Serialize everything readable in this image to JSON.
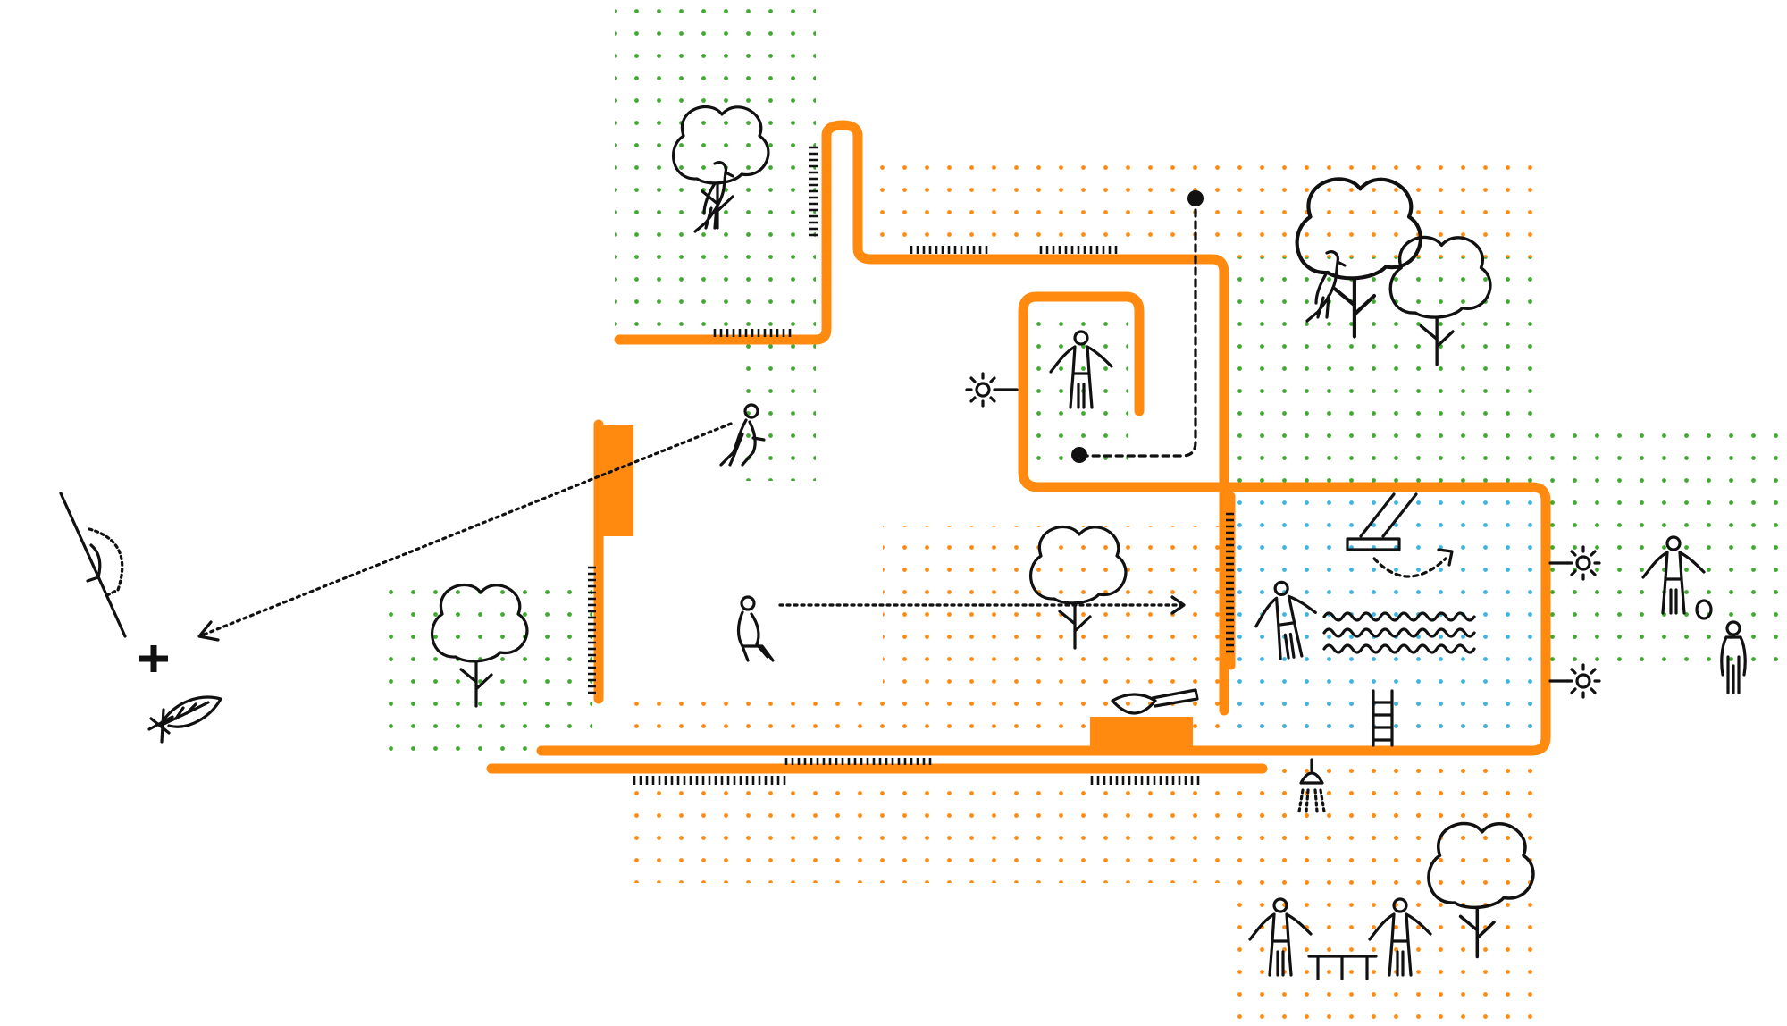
{
  "colors": {
    "background": "#ffffff",
    "wall": "#ff8a0f",
    "ink": "#111111",
    "garden_dots": "#3faa2f",
    "terrace_dots": "#ff8a0f",
    "water_dots": "#3eb4e0"
  },
  "zones": [
    {
      "name": "garden-zone",
      "dot_color": "garden_dots"
    },
    {
      "name": "terrace-zone",
      "dot_color": "terrace_dots"
    },
    {
      "name": "pool-water-zone",
      "dot_color": "water_dots"
    }
  ],
  "icons": [
    "tree-icon",
    "bird-in-tree-icon",
    "person-standing-icon",
    "person-sitting-icon",
    "person-reclining-icon",
    "pool-ladder-icon",
    "diving-board-icon",
    "waves-icon",
    "shower-icon",
    "grill-icon",
    "sun-icon",
    "sundial-icon",
    "compass-cross-icon",
    "leaf-icon",
    "bench-table-icon",
    "ball-icon"
  ]
}
